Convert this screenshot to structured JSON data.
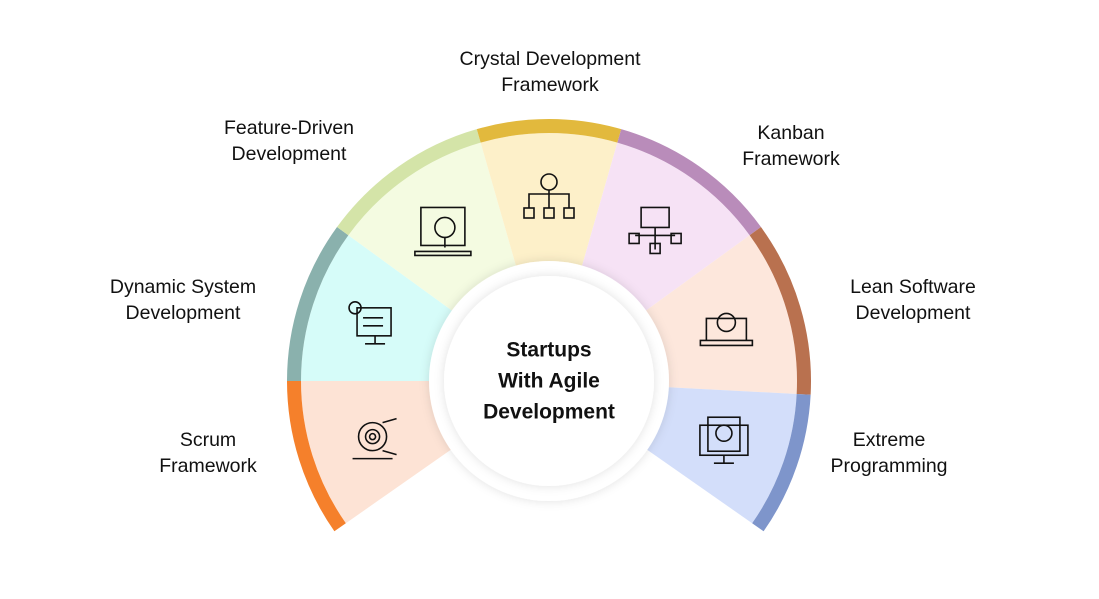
{
  "center": {
    "title": "Startups\nWith Agile\nDevelopment"
  },
  "segments": [
    {
      "label": "Scrum\nFramework",
      "icon": "agile-cycle-icon",
      "band": "#F5802B",
      "fill": "#FDE3D5"
    },
    {
      "label": "Dynamic System\nDevelopment",
      "icon": "presentation-board-icon",
      "band": "#8AB1AD",
      "fill": "#D6FCF9"
    },
    {
      "label": "Feature-Driven\nDevelopment",
      "icon": "code-search-icon",
      "band": "#D4E4A8",
      "fill": "#F4FBE1"
    },
    {
      "label": "Crystal Development\nFramework",
      "icon": "money-gear-network-icon",
      "band": "#E2B93D",
      "fill": "#FDF0C9"
    },
    {
      "label": "Kanban\nFramework",
      "icon": "code-workflow-icon",
      "band": "#B98CBA",
      "fill": "#F6E2F5"
    },
    {
      "label": "Lean Software\nDevelopment",
      "icon": "laptop-gear-code-icon",
      "band": "#B9714F",
      "fill": "#FDE7DC"
    },
    {
      "label": "Extreme\nProgramming",
      "icon": "monitor-head-code-icon",
      "band": "#7E95CB",
      "fill": "#D3DEFA"
    }
  ]
}
